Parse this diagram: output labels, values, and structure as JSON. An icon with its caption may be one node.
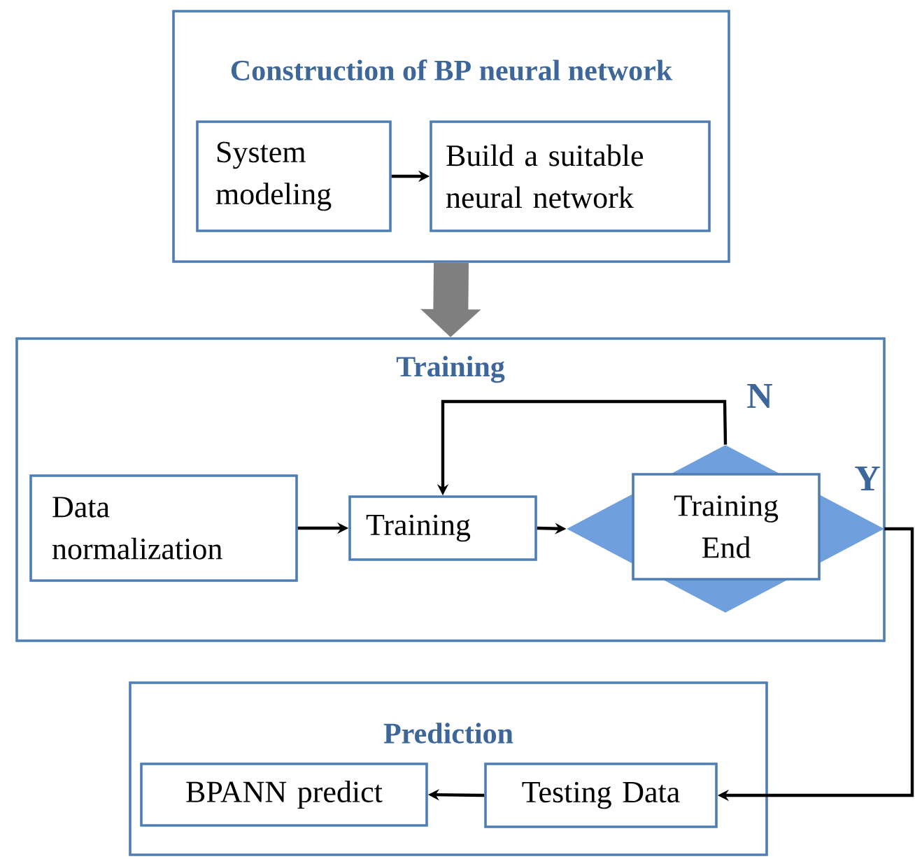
{
  "diagram": {
    "nodes": [
      {
        "text": [
          "Construction of BP neural network"
        ]
      },
      {
        "text": [
          "System modeling"
        ],
        "in": 0
      },
      {
        "text": [
          "Build a suitable neural network"
        ],
        "in": 0
      },
      {
        "text": [
          "Training"
        ]
      },
      {
        "text": [
          "Data normalization"
        ],
        "in": 3
      },
      {
        "text": [
          "Training"
        ],
        "in": 3
      },
      {
        "text": [
          "Training End"
        ],
        "in": 3
      },
      {
        "text": [
          "Prediction"
        ]
      },
      {
        "text": [
          "BPANN predict"
        ],
        "in": 7
      },
      {
        "text": [
          "Testing Data"
        ],
        "in": 7
      }
    ],
    "edges": [
      {
        "from": 1,
        "to": 2,
        "arrow": "to"
      },
      {
        "from": 0,
        "to": 3,
        "arrow": "to",
        "style": "thick",
        "color": "#7f7f7f"
      },
      {
        "from": 4,
        "to": 5,
        "arrow": "to"
      },
      {
        "from": 5,
        "to": 6,
        "arrow": "to"
      },
      {
        "from": 6,
        "to": 5,
        "arrow": "to",
        "label": "N"
      },
      {
        "from": 6,
        "to": 9,
        "arrow": "to",
        "label": "Y"
      },
      {
        "from": 9,
        "to": 8,
        "arrow": "to"
      }
    ]
  }
}
